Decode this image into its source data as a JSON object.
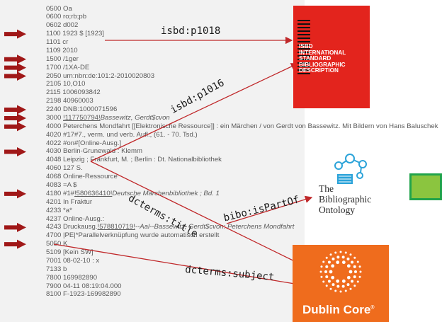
{
  "record_lines": [
    [
      "0500 Oa"
    ],
    [
      "0600 ro;rb;pb"
    ],
    [
      "0602 d002"
    ],
    [
      "1100 1923 $ [1923]"
    ],
    [
      "1101 cr"
    ],
    [
      "1109 2010"
    ],
    [
      "1500 /1ger"
    ],
    [
      "1700 /1XA-DE"
    ],
    [
      "2050 urn:nbn:de:101:2-2010020803"
    ],
    [
      "2105 10,O10"
    ],
    [
      "2115 1006093842"
    ],
    [
      "2198 40960003"
    ],
    [
      "2240 DNB:1000071596"
    ],
    [
      "3000 ",
      "!117750794!",
      "Bassewitz, Gerdt$cvon"
    ],
    [
      "4000 Peterchens Mondfahrt [[Elektronische Ressource]] : ein Märchen / von Gerdt von Bassewitz. Mit Bildern von Hans Baluschek"
    ],
    [
      "4020 #17#7., verm. und verb. Aufl., (61. - 70. Tsd.)"
    ],
    [
      "4022 #on#[Online-Ausg.]"
    ],
    [
      "4030 Berlin-Grunewald : Klemm"
    ],
    [
      "4048 Leipzig ; Frankfurt, M. ; Berlin : Dt. Nationalbibliothek"
    ],
    [
      "4060 127 S."
    ],
    [
      "4068 Online-Ressource"
    ],
    [
      "4083 =A $"
    ],
    [
      "4180 #1#",
      "!580636410!",
      "Deutsche Märchenbibliothek ; Bd. 1"
    ],
    [
      "4201 In Fraktur"
    ],
    [
      "4233 *a*"
    ],
    [
      "4237 Online-Ausg.:"
    ],
    [
      "4243 Druckausg.",
      "!578810719!",
      "--Aal--Bassewitz, Gerdt$cvon: Peterchens Mondfahrt"
    ],
    [
      "4700 |PE|*Parallelverknüpfung wurde automatisch erstellt"
    ],
    [
      "5050 K"
    ],
    [
      "5109 [Kein SW]"
    ],
    [
      "7001 08-02-10 : x"
    ],
    [
      "7133 b"
    ],
    [
      "7800 169982890"
    ],
    [
      "7900 04-11 08:19:04.000"
    ],
    [
      "8100 F-1923-169982890"
    ]
  ],
  "predicates": {
    "p1018": "isbd:p1018",
    "p1016": "isbd:p1016",
    "title": "dcterms:title",
    "partof": "bibo:isPartOf",
    "subject": "dcterms:subject"
  },
  "isbd_book": {
    "lines": [
      "ISBD",
      "INTERNATIONAL",
      "STANDARD",
      "BIBLIOGRAPHIC",
      "DESCRIPTION"
    ]
  },
  "bibo": {
    "lines": [
      "The",
      "Bibliographic",
      "Ontology"
    ],
    "colors": {
      "logo": "#2ba3d9",
      "text": "#2a2a2a"
    }
  },
  "dublin_core": {
    "name": "Dublin Core",
    "mark": "®",
    "color": "#ef6c1d"
  },
  "arrow_color": "#c0282a",
  "left_arrow_color": "#a01818"
}
